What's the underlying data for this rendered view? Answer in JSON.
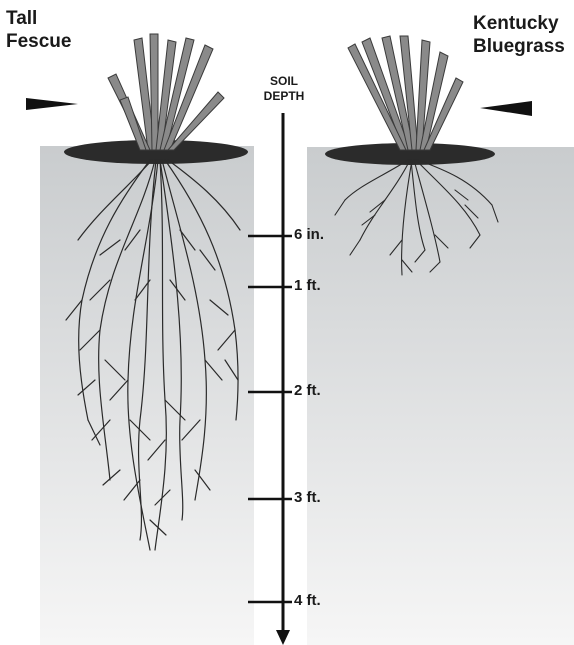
{
  "plants": [
    {
      "name": "Tall\nFescue"
    },
    {
      "name": "Kentucky\nBluegrass"
    }
  ],
  "axis": {
    "title": "SOIL\nDEPTH",
    "ticks": [
      "6 in.",
      "1 ft.",
      "2 ft.",
      "3 ft.",
      "4 ft."
    ]
  },
  "colors": {
    "soil_top": "#c9ccce",
    "soil_bottom": "#f4f4f4",
    "roots": "#2a2a2a",
    "blades": "#8a8a8a",
    "arrow": "#111111"
  }
}
